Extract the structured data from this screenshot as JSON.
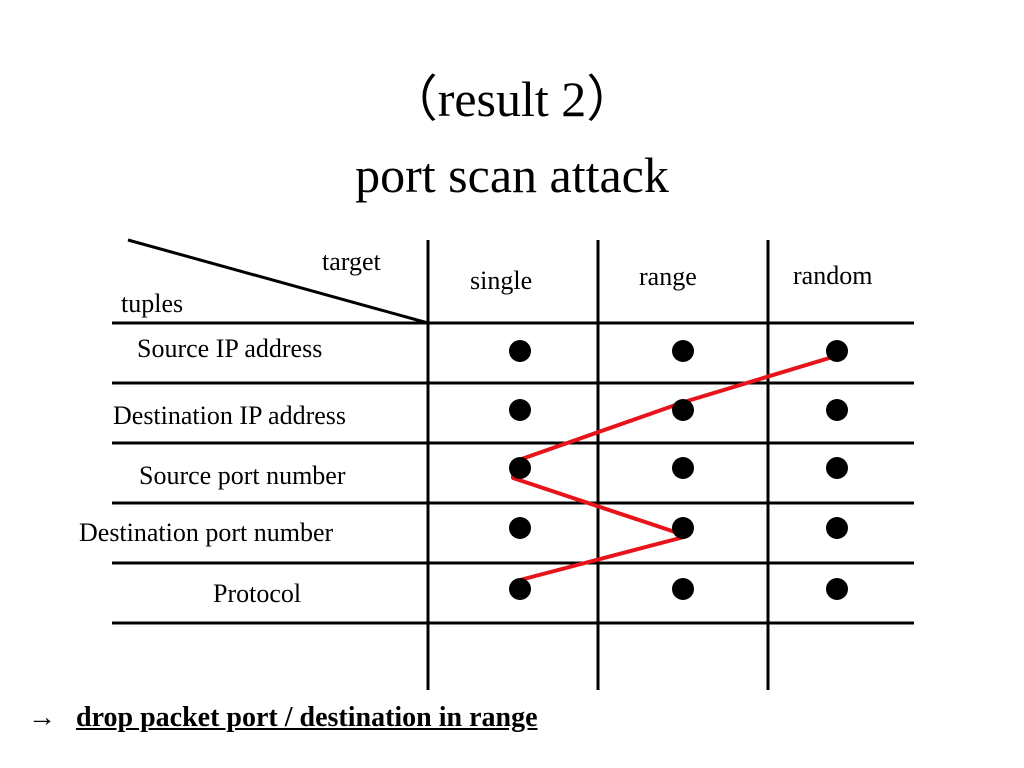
{
  "title": {
    "line1": "（result 2）",
    "line2": "port scan attack"
  },
  "table": {
    "header_target": "target",
    "header_tuples": "tuples",
    "columns": [
      "single",
      "range",
      "random"
    ],
    "rows": [
      {
        "label": "Source IP address",
        "marks": [
          true,
          true,
          true
        ]
      },
      {
        "label": "Destination IP address",
        "marks": [
          true,
          true,
          true
        ]
      },
      {
        "label": "Source port number",
        "marks": [
          true,
          true,
          true
        ]
      },
      {
        "label": "Destination port number",
        "marks": [
          true,
          true,
          true
        ]
      },
      {
        "label": "Protocol",
        "marks": [
          true,
          true,
          true
        ]
      }
    ],
    "mark_symbol": "filled-circle",
    "path_color": "#e8141b",
    "path_cells": [
      [
        "Source IP address",
        "random"
      ],
      [
        "Destination IP address",
        "range"
      ],
      [
        "Source port number",
        "single"
      ],
      [
        "Destination port number",
        "range"
      ],
      [
        "Protocol",
        "single"
      ]
    ]
  },
  "footer": {
    "arrow": "→",
    "conclusion": "drop packet port / destination in range"
  }
}
